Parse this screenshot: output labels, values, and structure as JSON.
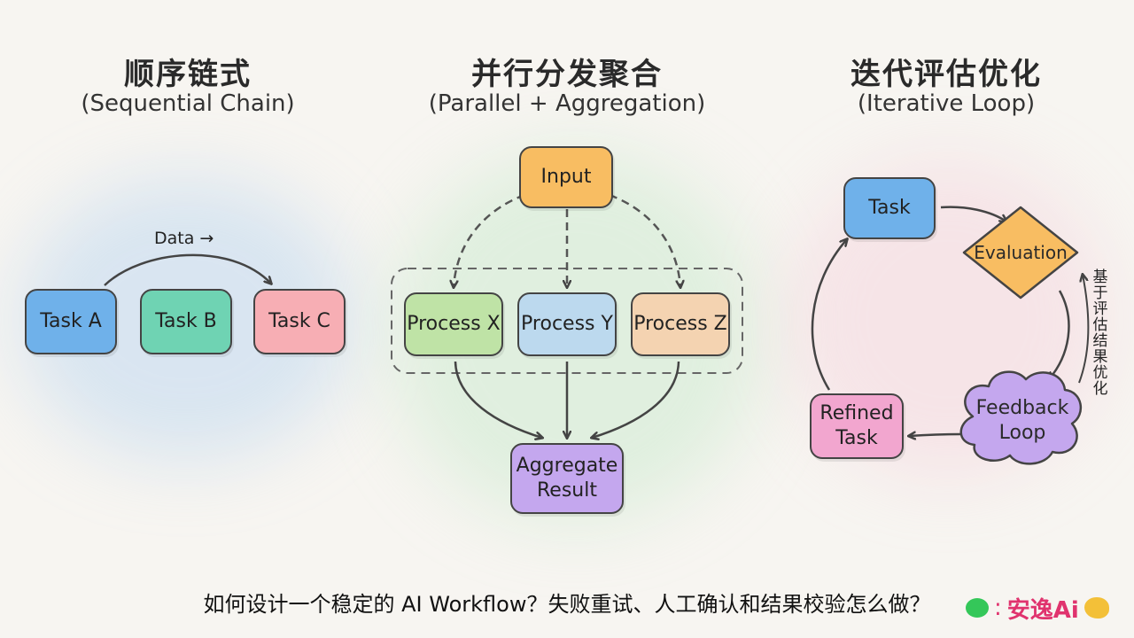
{
  "sections": {
    "sequential": {
      "title": "顺序链式",
      "subtitle": "(Sequential Chain)"
    },
    "parallel": {
      "title": "并行分发聚合",
      "subtitle": "(Parallel + Aggregation)"
    },
    "iterative": {
      "title": "迭代评估优化",
      "subtitle": "(Iterative Loop)"
    }
  },
  "sequential_chain": {
    "nodes": [
      "Task A",
      "Task B",
      "Task C"
    ],
    "edge_label": "Data →"
  },
  "parallel_aggregation": {
    "input": "Input",
    "processes": [
      "Process X",
      "Process Y",
      "Process Z"
    ],
    "output": "Aggregate\nResult"
  },
  "iterative_loop": {
    "task": "Task",
    "evaluation": "Evaluation",
    "feedback": "Feedback\nLoop",
    "refined": "Refined\nTask",
    "side_note": "基于评估结果优化"
  },
  "footer": "如何设计一个稳定的 AI Workflow？失败重试、人工确认和结果校验怎么做？",
  "brand": {
    "separator": ":",
    "name": "安逸Ai"
  }
}
